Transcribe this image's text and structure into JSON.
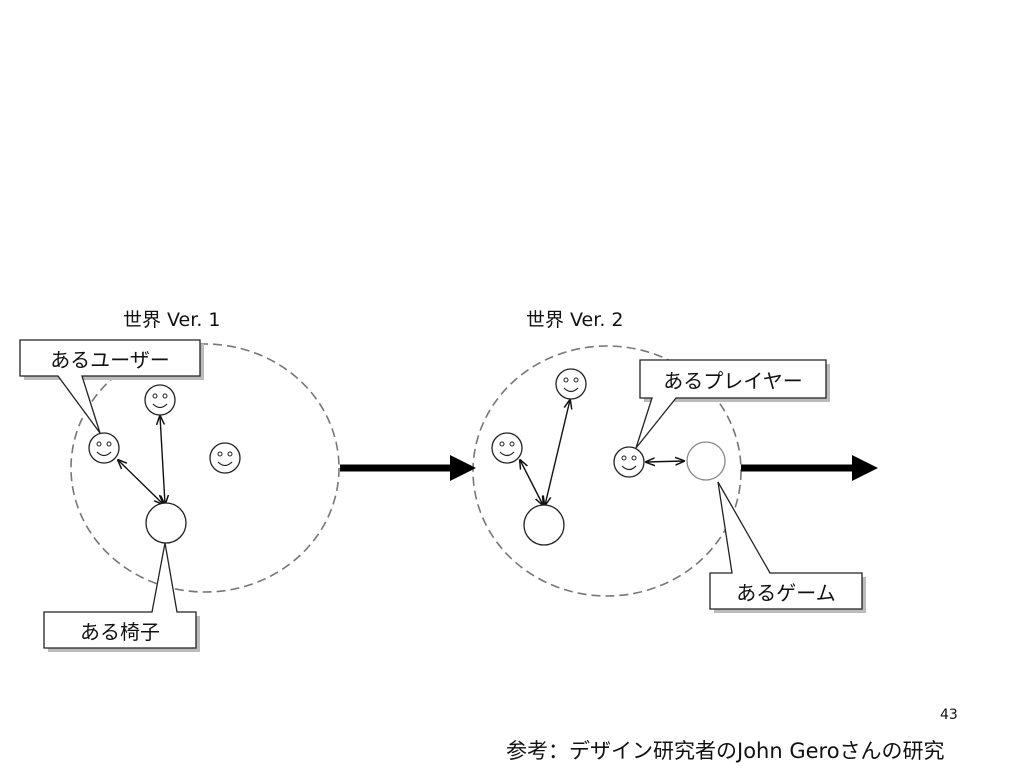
{
  "worlds": [
    {
      "title": "世界 Ver. 1"
    },
    {
      "title": "世界 Ver. 2"
    }
  ],
  "callouts": {
    "user": "あるユーザー",
    "chair": "ある椅子",
    "player": "あるプレイヤー",
    "game": "あるゲーム"
  },
  "page_number": "43",
  "reference": "参考：デザイン研究者のJohn Geroさんの研究",
  "colors": {
    "line": "#111111",
    "dashed_border": "#777777",
    "game_circle": "#888888",
    "shadow": "#bbbbbb",
    "background": "#ffffff"
  },
  "icons": [
    "smiley-icon",
    "arrow-right-icon"
  ]
}
